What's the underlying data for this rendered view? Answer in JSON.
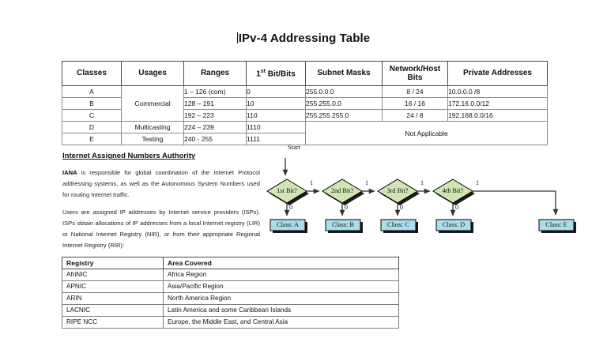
{
  "document": {
    "title": "IPv-4 Addressing Table"
  },
  "addressing_table": {
    "headers": [
      "Classes",
      "Usages",
      "Ranges",
      "1st Bit/Bits",
      "Subnet Masks",
      "Network/Host Bits",
      "Private Addresses"
    ],
    "header_bit_prefix": "1",
    "header_bit_sup": "st",
    "header_bit_suffix": " Bit/Bits",
    "header_nh_line1": "Network/Host",
    "header_nh_line2": "Bits",
    "rows": [
      {
        "class": "A",
        "usage": "Commercial",
        "range": "1 – 126 (com)",
        "bits": "0",
        "subnet": "255.0.0.0",
        "nh_bits": "8 / 24",
        "private": "10.0.0.0 /8"
      },
      {
        "class": "B",
        "usage": "",
        "range": "128 – 191",
        "bits": "10",
        "subnet": "255.255.0.0",
        "nh_bits": "16 / 16",
        "private": "172.16.0.0/12"
      },
      {
        "class": "C",
        "usage": "",
        "range": "192 – 223",
        "bits": "110",
        "subnet": "255.255.255.0",
        "nh_bits": "24 / 8",
        "private": "192.168.0.0/16"
      },
      {
        "class": "D",
        "usage": "Multicasting",
        "range": "224 – 239",
        "bits": "1110",
        "subnet": "",
        "nh_bits": "",
        "private": ""
      },
      {
        "class": "E",
        "usage": "Testing",
        "range": "240 - 255",
        "bits": "1111",
        "subnet": "",
        "nh_bits": "",
        "private": ""
      }
    ],
    "not_applicable_label": "Not Applicable"
  },
  "iana": {
    "heading": "Internet Assigned Numbers Authority",
    "paragraph1_lead": "IANA",
    "paragraph1_rest": " is responsible for global coordination of the Internet Protocol addressing systems, as well as the Autonomous System Numbers used for routing Internet traffic.",
    "paragraph2": "Users are assigned IP addresses by Internet service providers (ISPs). ISPs obtain allocations of IP addresses from a local Internet registry (LIR) or National Internet Registry (NIR), or from their appropriate Regional Internet Registry (RIR):"
  },
  "flowchart": {
    "start_label": "Start",
    "decisions": [
      {
        "label": "1st Bit?",
        "yes_label": "1",
        "no_label": "0"
      },
      {
        "label": "2nd Bit?",
        "yes_label": "1",
        "no_label": "0"
      },
      {
        "label": "3rd Bit?",
        "yes_label": "1",
        "no_label": "0"
      },
      {
        "label": "4th Bit?",
        "yes_label": "1",
        "no_label": "0"
      }
    ],
    "outcomes": [
      {
        "label": "Class: A"
      },
      {
        "label": "Class: B"
      },
      {
        "label": "Class: C"
      },
      {
        "label": "Class: D"
      },
      {
        "label": "Class: E"
      }
    ],
    "colors": {
      "decision_fill": "#cfe6b3",
      "outcome_fill": "#aadcea",
      "stroke": "#000000",
      "shadow": "#1a1a1a",
      "connector": "#333333"
    }
  },
  "registry_table": {
    "headers": [
      "Registry",
      "Area Covered"
    ],
    "rows": [
      {
        "registry": "AfriNIC",
        "area": "Africa Region"
      },
      {
        "registry": "APNIC",
        "area": "Asia/Pacific Region"
      },
      {
        "registry": "ARIN",
        "area": "North America Region"
      },
      {
        "registry": "LACNIC",
        "area": "Latin America and some Caribbean Islands"
      },
      {
        "registry": "RIPE NCC",
        "area": "Europe, the Middle East, and Central Asia"
      }
    ]
  }
}
